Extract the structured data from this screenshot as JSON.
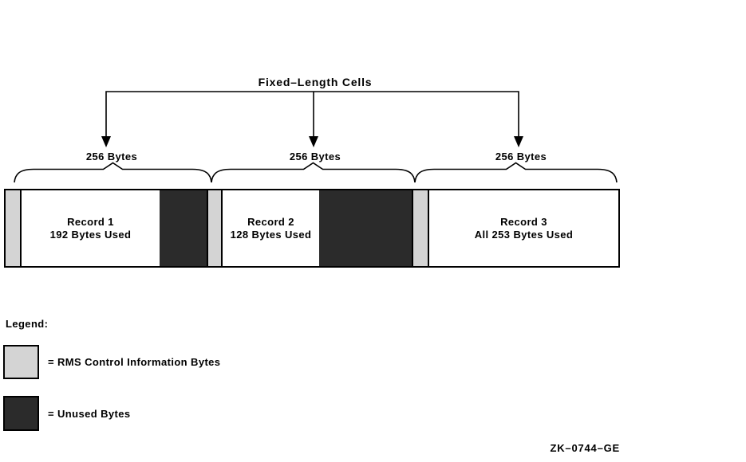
{
  "title": "Fixed–Length Cells",
  "cells": [
    {
      "size_label": "256 Bytes",
      "record_line1": "Record 1",
      "record_line2": "192 Bytes Used"
    },
    {
      "size_label": "256 Bytes",
      "record_line1": "Record 2",
      "record_line2": "128 Bytes Used"
    },
    {
      "size_label": "256 Bytes",
      "record_line1": "Record 3",
      "record_line2": "All 253 Bytes Used"
    }
  ],
  "legend": {
    "heading": "Legend:",
    "items": [
      {
        "name": "rms-control",
        "label": "= RMS Control Information Bytes",
        "color": "#d4d4d4"
      },
      {
        "name": "unused",
        "label": "= Unused Bytes",
        "color": "#2b2b2b"
      }
    ]
  },
  "figure_id": "ZK–0744–GE",
  "colors": {
    "rms_control_bytes": "#d4d4d4",
    "unused_bytes": "#2b2b2b",
    "line": "#000000",
    "background": "#ffffff"
  }
}
